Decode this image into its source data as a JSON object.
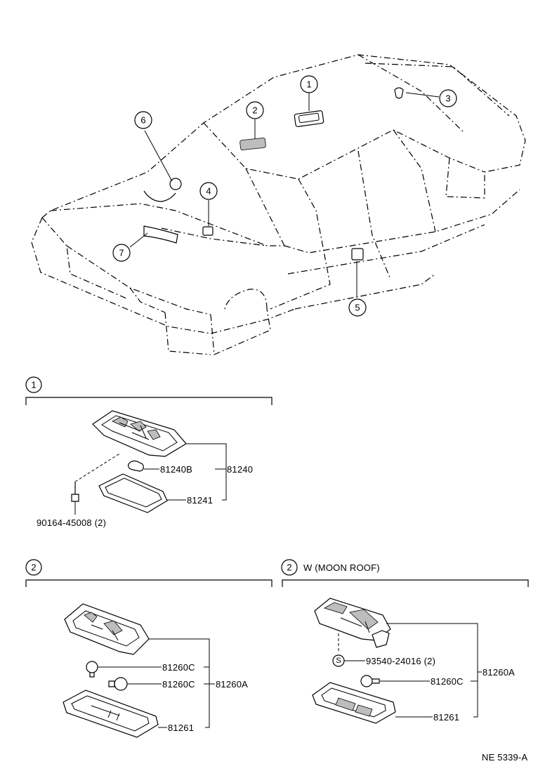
{
  "overview": {
    "callouts": [
      "1",
      "2",
      "3",
      "4",
      "5",
      "6",
      "7"
    ]
  },
  "section1": {
    "label": "1",
    "parts": {
      "bulb": "81240B",
      "assembly": "81240",
      "lens": "81241",
      "screw": "90164-45008 (2)"
    }
  },
  "section2": {
    "label": "2",
    "parts": {
      "bulb_a": "81260C",
      "bulb_b": "81260C",
      "assembly": "81260A",
      "lens": "81261"
    }
  },
  "section3": {
    "label": "2",
    "title": "W (MOON ROOF)",
    "parts": {
      "screw_mark": "S",
      "screw": "93540-24016 (2)",
      "bulb": "81260C",
      "assembly": "81260A",
      "lens": "81261"
    }
  },
  "figure_code": "NE 5339-A"
}
